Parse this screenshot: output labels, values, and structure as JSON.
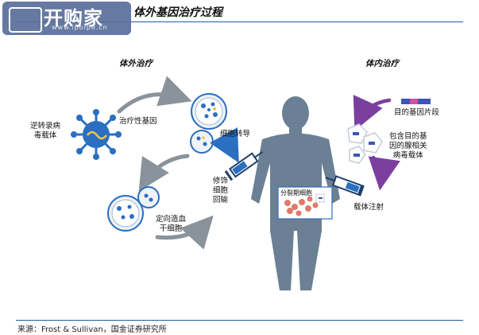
{
  "header": {
    "logo_text": "开购家",
    "logo_url": "www.ipoipo.cn",
    "title": "体外基因治疗过程"
  },
  "sections": {
    "ex_vivo": "体外治疗",
    "in_vivo": "体内治疗"
  },
  "labels": {
    "retro_vector": "逆转录病\n毒载体",
    "therapeutic_gene": "治疗性基因",
    "cell_transduction": "细胞转导",
    "modified_cells": "修饰\n细胞\n回输",
    "stem_cells": "定向造血\n干细胞",
    "target_gene": "目的基因片段",
    "aav_vector": "包含目的基\n因的腺相关\n病毒载体",
    "vector_injection": "载体注射",
    "dividing_cells": "分裂期细胞"
  },
  "source": "来源：Frost & Sullivan，国金证券研究所",
  "colors": {
    "accent_blue": "#1f5fa8",
    "body_slate": "#6b8094",
    "virus_blue": "#2a6fc0",
    "purple_arrow": "#7b3fa0",
    "gray_arrow": "#8a929b"
  }
}
